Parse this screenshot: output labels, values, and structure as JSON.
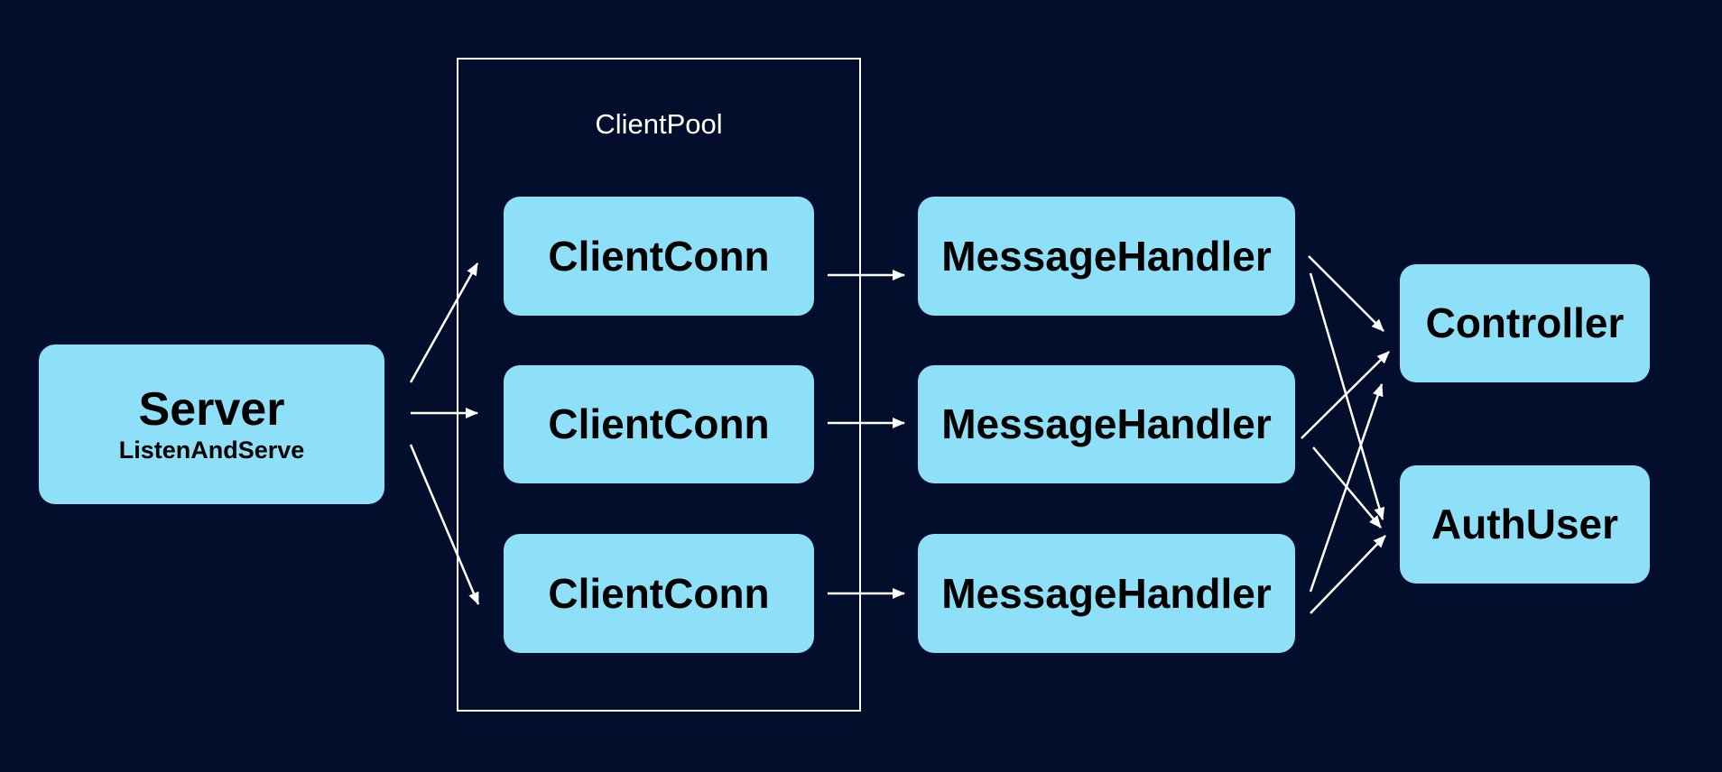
{
  "diagram": {
    "pool_label": "ClientPool",
    "server": {
      "title": "Server",
      "subtitle": "ListenAndServe"
    },
    "client_conns": [
      "ClientConn",
      "ClientConn",
      "ClientConn"
    ],
    "message_handlers": [
      "MessageHandler",
      "MessageHandler",
      "MessageHandler"
    ],
    "controller": "Controller",
    "auth_user": "AuthUser",
    "colors": {
      "background": "#020e2b",
      "node_fill": "#8ee0f8",
      "node_text": "#000000",
      "edges": "#ffffff"
    },
    "edges": [
      {
        "from": "server",
        "to": "client-conn-1"
      },
      {
        "from": "server",
        "to": "client-conn-2"
      },
      {
        "from": "server",
        "to": "client-conn-3"
      },
      {
        "from": "client-conn-1",
        "to": "message-handler-1"
      },
      {
        "from": "client-conn-2",
        "to": "message-handler-2"
      },
      {
        "from": "client-conn-3",
        "to": "message-handler-3"
      },
      {
        "from": "message-handler-1",
        "to": "controller"
      },
      {
        "from": "message-handler-1",
        "to": "auth-user"
      },
      {
        "from": "message-handler-2",
        "to": "controller"
      },
      {
        "from": "message-handler-2",
        "to": "auth-user"
      },
      {
        "from": "message-handler-3",
        "to": "controller"
      },
      {
        "from": "message-handler-3",
        "to": "auth-user"
      }
    ]
  }
}
